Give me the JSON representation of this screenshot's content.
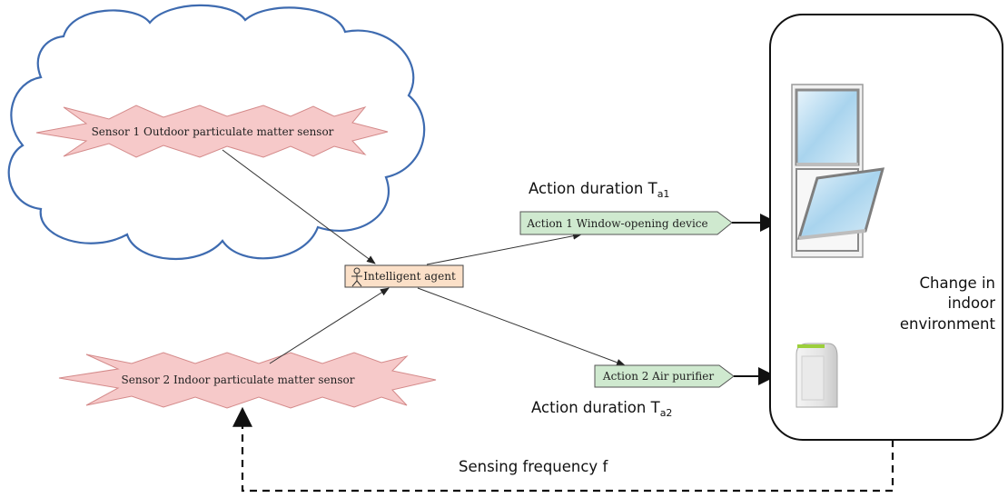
{
  "sensor1": {
    "label": "Sensor 1 Outdoor particulate matter sensor"
  },
  "sensor2": {
    "label": "Sensor 2 Indoor particulate matter sensor"
  },
  "agent": {
    "label": "Intelligent agent"
  },
  "action1": {
    "label": "Action 1 Window-opening device",
    "duration_text": "Action duration T",
    "duration_sub": "a1"
  },
  "action2": {
    "label": "Action 2 Air purifier",
    "duration_text": "Action duration T",
    "duration_sub": "a2"
  },
  "environment": {
    "line1": "Change in",
    "line2": "indoor",
    "line3": "environment"
  },
  "feedback": {
    "label": "Sensing frequency f"
  },
  "colors": {
    "cloud_stroke": "#3e6bb0",
    "sensor_fill": "#f6c9c9",
    "agent_fill": "#fbe0c8",
    "action_fill": "#cfe9cf"
  }
}
